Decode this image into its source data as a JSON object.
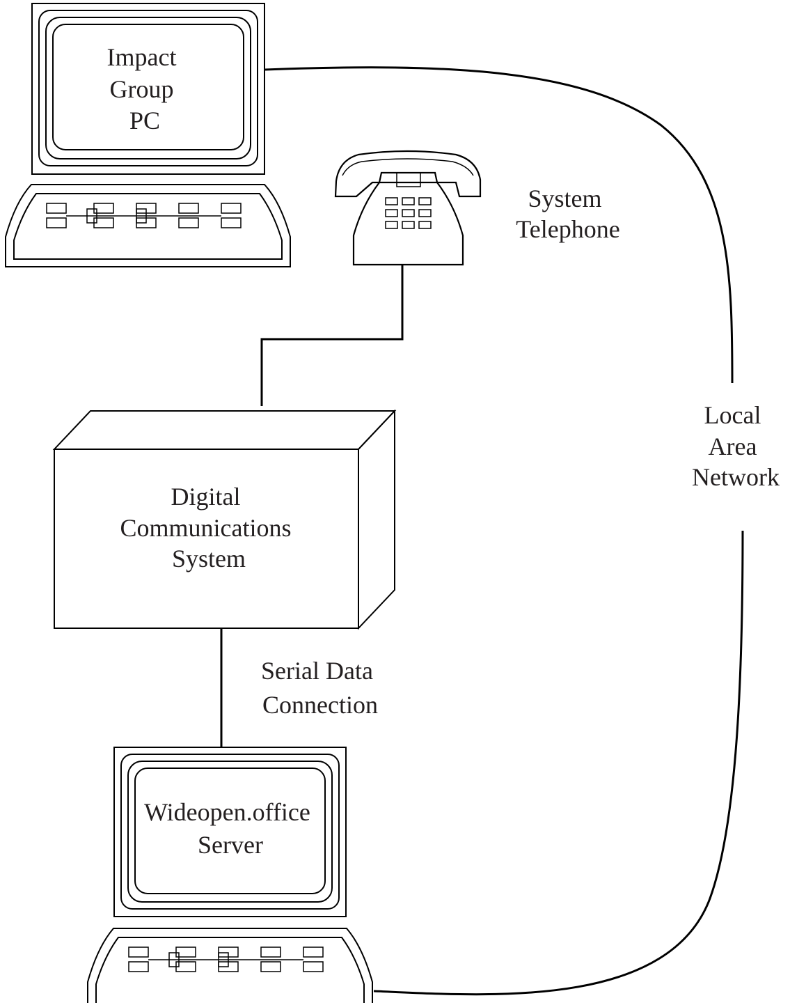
{
  "nodes": {
    "impact_pc": {
      "lines": [
        "Impact",
        "Group",
        "PC"
      ]
    },
    "telephone": {
      "lines": [
        "System",
        "Telephone"
      ]
    },
    "dcs": {
      "lines": [
        "Digital",
        "Communications",
        "System"
      ]
    },
    "server": {
      "lines": [
        "Wideopen.office",
        "Server"
      ]
    }
  },
  "connections": {
    "serial": {
      "lines": [
        "Serial Data",
        "Connection"
      ]
    },
    "lan": {
      "lines": [
        "Local",
        "Area",
        "Network"
      ]
    }
  },
  "colors": {
    "line": "#000000",
    "text": "#231f20",
    "background": "#ffffff"
  }
}
